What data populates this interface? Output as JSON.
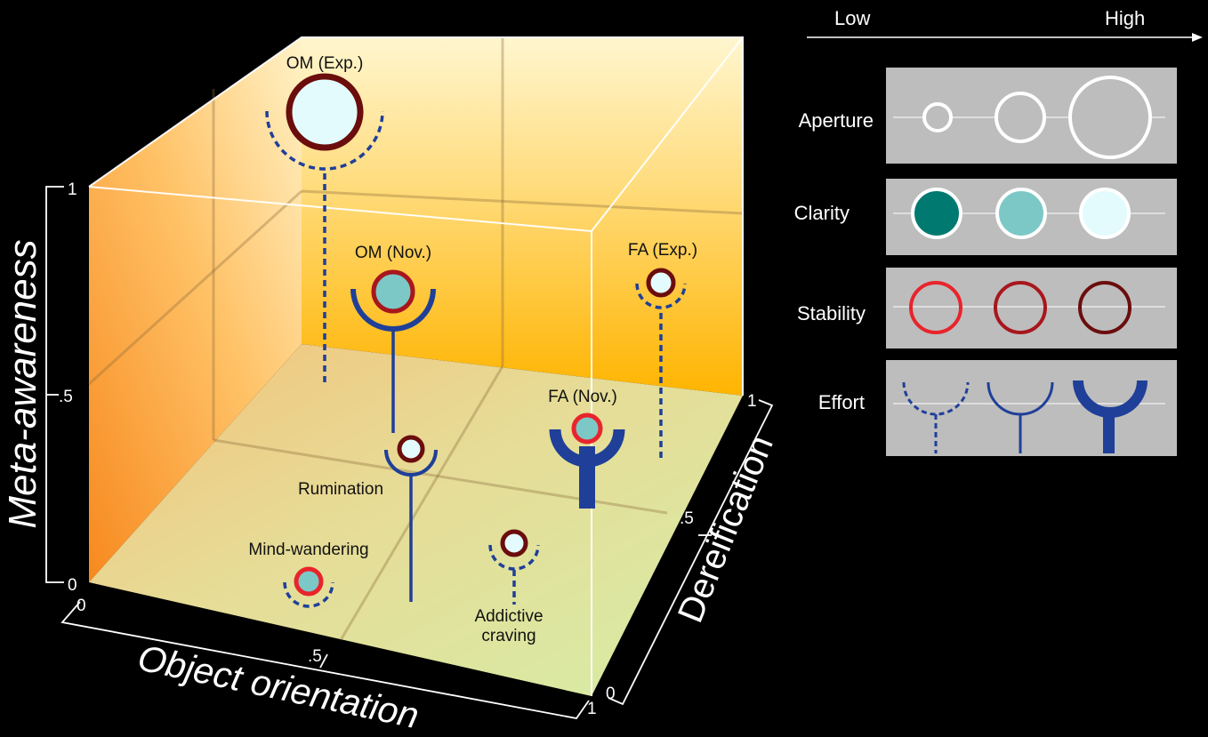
{
  "axes": {
    "meta_awareness": {
      "label": "Meta-awareness",
      "ticks": [
        "0",
        ".5",
        "1"
      ]
    },
    "object_orientation": {
      "label": "Object orientation",
      "ticks": [
        "0",
        ".5",
        "1"
      ]
    },
    "dereification": {
      "label": "Dereification",
      "ticks": [
        "0",
        ".5",
        "1"
      ]
    }
  },
  "states": [
    {
      "id": "om-exp",
      "label": "OM (Exp.)",
      "aperture": "high",
      "clarity": "high",
      "stability": "high",
      "effort": "low"
    },
    {
      "id": "om-nov",
      "label": "OM (Nov.)",
      "aperture": "medium",
      "clarity": "medium",
      "stability": "medium",
      "effort": "medium"
    },
    {
      "id": "fa-exp",
      "label": "FA (Exp.)",
      "aperture": "low",
      "clarity": "high",
      "stability": "high",
      "effort": "low"
    },
    {
      "id": "fa-nov",
      "label": "FA (Nov.)",
      "aperture": "low",
      "clarity": "medium",
      "stability": "low",
      "effort": "high"
    },
    {
      "id": "rumination",
      "label": "Rumination",
      "aperture": "low",
      "clarity": "high",
      "stability": "high",
      "effort": "medium"
    },
    {
      "id": "mind-wandering",
      "label": "Mind-wandering",
      "aperture": "low",
      "clarity": "medium",
      "stability": "low",
      "effort": "low"
    },
    {
      "id": "addictive-craving",
      "label": "Addictive craving",
      "aperture": "low",
      "clarity": "high",
      "stability": "high",
      "effort": "low"
    }
  ],
  "legend": {
    "low": "Low",
    "high": "High",
    "rows": [
      "Aperture",
      "Clarity",
      "Stability",
      "Effort"
    ]
  },
  "colors": {
    "clarity_low": "#007a70",
    "clarity_medium": "#7cc8c6",
    "clarity_high": "#e4fbfd",
    "stability_low": "#e8242c",
    "stability_medium": "#a8161d",
    "stability_high": "#6b0d0d",
    "effort": "#1f3f99",
    "legend_panel": "#bdbdbd"
  }
}
